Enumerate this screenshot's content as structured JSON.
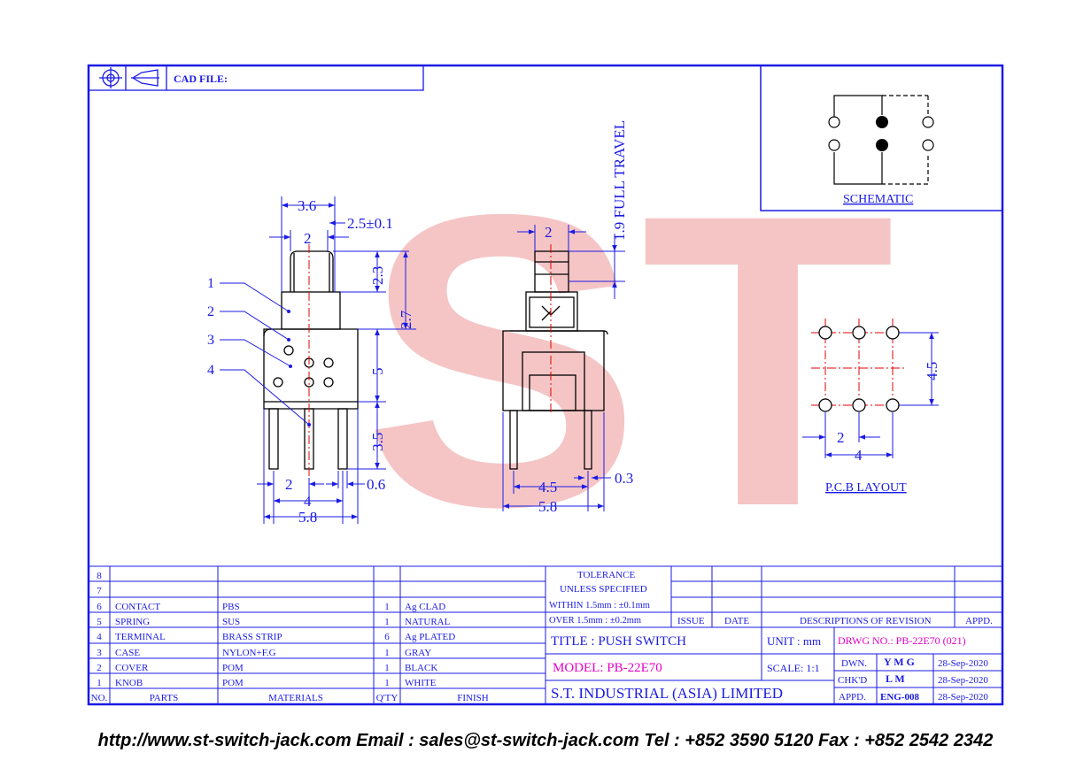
{
  "header": {
    "cad_file_label": "CAD FILE:"
  },
  "watermark": {
    "text": "ST"
  },
  "dims": {
    "front": {
      "d36": "3.6",
      "d25": "2.5±0.1",
      "d2top": "2",
      "d23": "2.3",
      "d27": "2.7",
      "d5": "5",
      "d35": "3.5",
      "d2bot": "2",
      "d06": "0.6",
      "d4": "4",
      "d58": "5.8"
    },
    "side": {
      "d2": "2",
      "travel": "1.9  FULL  TRAVEL",
      "d45": "4.5",
      "d03": "0.3",
      "d58": "5.8"
    },
    "pcb": {
      "d45": "4.5",
      "d2": "2",
      "d4": "4"
    }
  },
  "callouts": [
    "1",
    "2",
    "3",
    "4"
  ],
  "labels": {
    "schematic": "SCHEMATIC",
    "pcb_layout": "P.C.B  LAYOUT"
  },
  "bom": {
    "rows": [
      {
        "no": "8",
        "part": "",
        "material": "",
        "qty": "",
        "finish": ""
      },
      {
        "no": "7",
        "part": "",
        "material": "",
        "qty": "",
        "finish": ""
      },
      {
        "no": "6",
        "part": "CONTACT",
        "material": "PBS",
        "qty": "1",
        "finish": "Ag CLAD"
      },
      {
        "no": "5",
        "part": "SPRING",
        "material": "SUS",
        "qty": "1",
        "finish": "NATURAL"
      },
      {
        "no": "4",
        "part": "TERMINAL",
        "material": "BRASS STRIP",
        "qty": "6",
        "finish": "Ag PLATED"
      },
      {
        "no": "3",
        "part": "CASE",
        "material": "NYLON+F.G",
        "qty": "1",
        "finish": "GRAY"
      },
      {
        "no": "2",
        "part": "COVER",
        "material": "POM",
        "qty": "1",
        "finish": "BLACK"
      },
      {
        "no": "1",
        "part": "KNOB",
        "material": "POM",
        "qty": "1",
        "finish": "WHITE"
      }
    ],
    "headers": {
      "no": "NO.",
      "part": "PARTS",
      "material": "MATERIALS",
      "qty": "Q'TY",
      "finish": "FINISH"
    }
  },
  "tolerance": {
    "line1": "TOLERANCE",
    "line2": "UNLESS   SPECIFIED",
    "within": "WITHIN  1.5mm : ±0.1mm",
    "over": "OVER    1.5mm : ±0.2mm"
  },
  "revision": {
    "issue": "ISSUE",
    "date": "DATE",
    "desc": "DESCRIPTIONS  OF  REVISION",
    "appd": "APPD."
  },
  "titleblock": {
    "title": "TITLE : PUSH  SWITCH",
    "unit": "UNIT :   mm",
    "drwg": "DRWG NO.: PB-22E70 (021)",
    "model": "MODEL: PB-22E70",
    "scale": "SCALE:   1:1",
    "company": "S.T.  INDUSTRIAL  (ASIA)  LIMITED",
    "dwn_label": "DWN.",
    "dwn": "Y M G",
    "dwn_date": "28-Sep-2020",
    "chkd_label": "CHK'D",
    "chkd": "L M",
    "chkd_date": "28-Sep-2020",
    "appd_label": "APPD.",
    "appd": "ENG-008",
    "appd_date": "28-Sep-2020"
  },
  "footer": {
    "text": "http://www.st-switch-jack.com  Email : sales@st-switch-jack.com  Tel : +852 3590 5120  Fax : +852 2542 2342"
  },
  "colors": {
    "line": "#1a1ae6",
    "center": "#e60000",
    "magenta": "#e600c8",
    "watermark": "#f2b3b3"
  }
}
